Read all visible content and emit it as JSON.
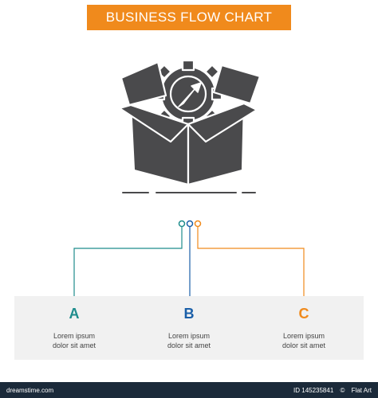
{
  "title": "BUSINESS FLOW CHART",
  "colors": {
    "banner": "#F08A1C",
    "icon": "#4A4A4C",
    "teal": "#1E8C8C",
    "blue": "#1A5FA8",
    "orange": "#F08A1C",
    "footer": "#1B2A3A"
  },
  "icon_name": "box-with-gear-arrow-icon",
  "steps": [
    {
      "letter": "A",
      "text_line1": "Lorem ipsum",
      "text_line2": "dolor sit amet"
    },
    {
      "letter": "B",
      "text_line1": "Lorem ipsum",
      "text_line2": "dolor sit amet"
    },
    {
      "letter": "C",
      "text_line1": "Lorem ipsum",
      "text_line2": "dolor sit amet"
    }
  ],
  "footer": {
    "id": "ID 145235841",
    "separator": "©",
    "author": "Flat Art",
    "logo": "dreamstime.com"
  }
}
